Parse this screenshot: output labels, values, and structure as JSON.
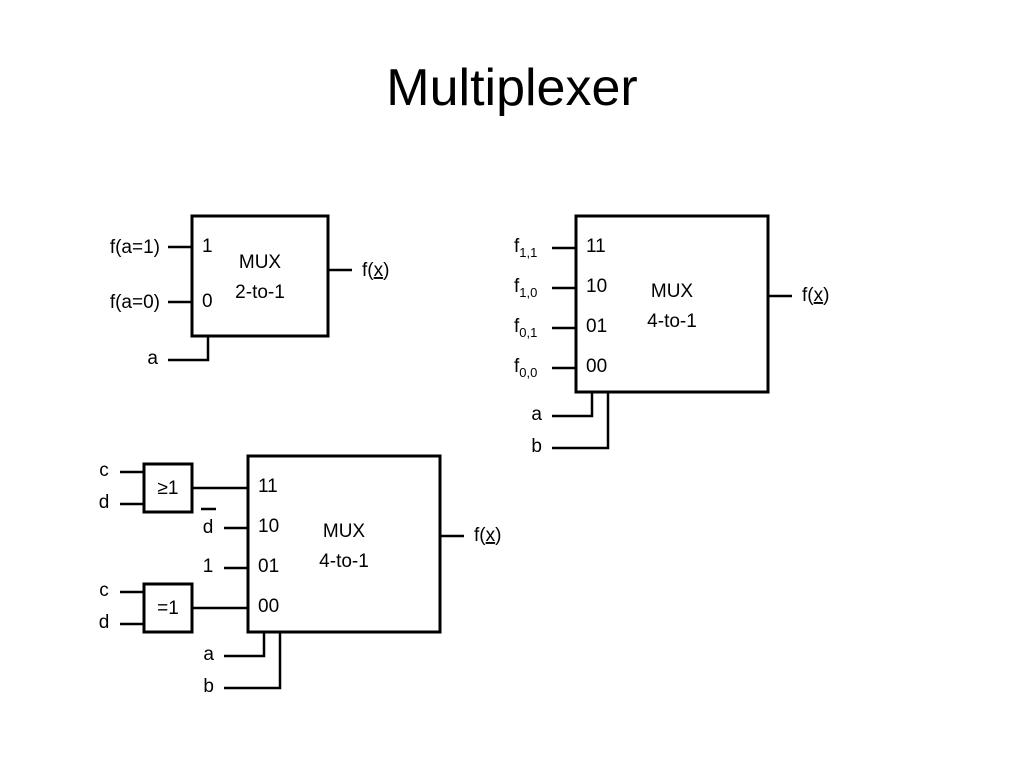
{
  "slide": {
    "title": "Multiplexer"
  },
  "mux_2to1": {
    "name": "MUX",
    "type": "2-to-1",
    "inputs": [
      {
        "signal": "f(a=1)",
        "port": "1"
      },
      {
        "signal": "f(a=0)",
        "port": "0"
      }
    ],
    "select": [
      "a"
    ],
    "output": {
      "prefix": "f(",
      "var": "x",
      "suffix": ")"
    }
  },
  "mux_4to1_top": {
    "name": "MUX",
    "type": "4-to-1",
    "inputs": [
      {
        "signal": "f",
        "subscript": "1,1",
        "port": "11"
      },
      {
        "signal": "f",
        "subscript": "1,0",
        "port": "10"
      },
      {
        "signal": "f",
        "subscript": "0,1",
        "port": "01"
      },
      {
        "signal": "f",
        "subscript": "0,0",
        "port": "00"
      }
    ],
    "select": [
      "a",
      "b"
    ],
    "output": {
      "prefix": "f(",
      "var": "x",
      "suffix": ")"
    }
  },
  "mux_4to1_bottom": {
    "name": "MUX",
    "type": "4-to-1",
    "ports": [
      "11",
      "10",
      "01",
      "00"
    ],
    "or_gate": {
      "label": "≥1",
      "inputs": [
        "c",
        "d"
      ]
    },
    "xor_gate": {
      "label": "=1",
      "inputs": [
        "c",
        "d"
      ]
    },
    "not_d": "d",
    "const_one": "1",
    "select": [
      "a",
      "b"
    ],
    "output": {
      "prefix": "f(",
      "var": "x",
      "suffix": ")"
    }
  }
}
